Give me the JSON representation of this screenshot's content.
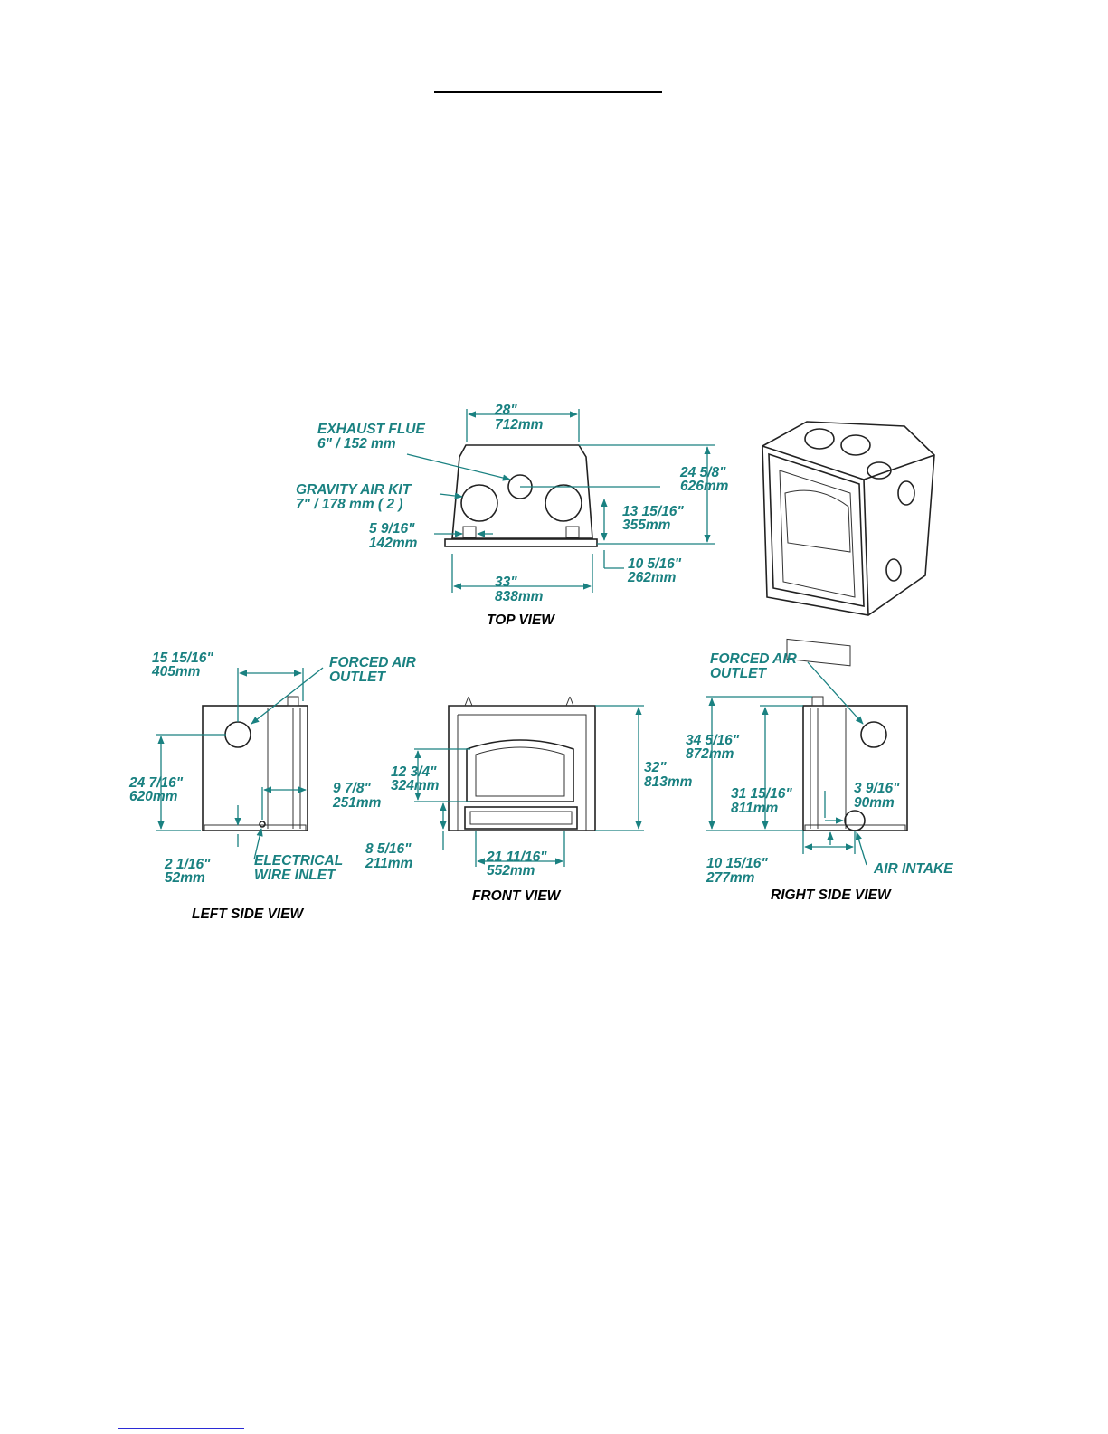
{
  "colors": {
    "annotation": "#1a8181",
    "outline": "#222222",
    "title": "#000000",
    "link": "#2b2bd6"
  },
  "top_view": {
    "title": "TOP VIEW",
    "exhaust_flue": [
      "EXHAUST FLUE",
      "6\" / 152 mm"
    ],
    "gravity_air_kit": [
      "GRAVITY AIR KIT",
      "7\" / 178 mm  ( 2 )"
    ],
    "width_top": [
      "28\"",
      "712mm"
    ],
    "depth": [
      "24 5/8\"",
      "626mm"
    ],
    "center_depth": [
      "13 15/16\"",
      "355mm"
    ],
    "offset_left": [
      "5 9/16\"",
      "142mm"
    ],
    "offset_front": [
      "10 5/16\"",
      "262mm"
    ],
    "width_bottom": [
      "33\"",
      "838mm"
    ]
  },
  "left_side_view": {
    "title": "LEFT SIDE VIEW",
    "outlet_offset": [
      "15 15/16\"",
      "405mm"
    ],
    "forced_air_outlet": [
      "FORCED AIR",
      "OUTLET"
    ],
    "outlet_height": [
      "24 7/16\"",
      "620mm"
    ],
    "wire_offset": [
      "9 7/8\"",
      "251mm"
    ],
    "wire_height": [
      "2 1/16\"",
      "52mm"
    ],
    "electrical": [
      "ELECTRICAL",
      "WIRE INLET"
    ]
  },
  "front_view": {
    "title": "FRONT VIEW",
    "opening_height": [
      "12 3/4\"",
      "324mm"
    ],
    "overall_height": [
      "32\"",
      "813mm"
    ],
    "base_height": [
      "8 5/16\"",
      "211mm"
    ],
    "opening_width": [
      "21 11/16\"",
      "552mm"
    ]
  },
  "right_side_view": {
    "title": "RIGHT SIDE VIEW",
    "forced_air_outlet": [
      "FORCED AIR",
      "OUTLET"
    ],
    "overall_height": [
      "34 5/16\"",
      "872mm"
    ],
    "outlet_height": [
      "31 15/16\"",
      "811mm"
    ],
    "intake_height": [
      "3 9/16\"",
      "90mm"
    ],
    "intake_offset": [
      "10 15/16\"",
      "277mm"
    ],
    "air_intake": "AIR INTAKE"
  }
}
